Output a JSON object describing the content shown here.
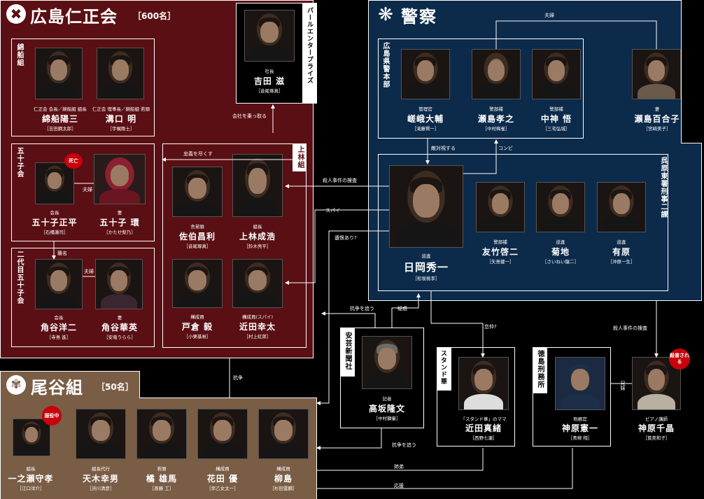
{
  "hiroshima": {
    "title": "広島仁正会",
    "count": "［600名］",
    "watafune": {
      "label": "綿船組",
      "p1": {
        "role": "仁正会 会長／綿船組 組長",
        "name": "綿船陽三",
        "actor": "［吉田鋼太郎］"
      },
      "p2": {
        "role": "仁正会 理事長／綿船組 若頭",
        "name": "溝口 明",
        "actor": "［宇梶剛士］"
      }
    },
    "isoka": {
      "label": "五十子会",
      "p1": {
        "role": "会長",
        "name": "五十子正平",
        "actor": "［石橋蓮司］",
        "badge": "死亡"
      },
      "p2": {
        "role": "妻",
        "name": "五十子 環",
        "actor": "［かたせ梨乃］"
      },
      "couple": "夫婦"
    },
    "nidaime": {
      "label": "二代目五十子会",
      "p1": {
        "role": "会長",
        "name": "角谷洋二",
        "actor": "［寺島 進］"
      },
      "p2": {
        "role": "妻",
        "name": "角谷華英",
        "actor": "［安竜うらら］"
      },
      "couple": "夫婦",
      "succession": "襲名"
    },
    "kamibayashi": {
      "label": "上林組",
      "p1": {
        "role": "舎弟頭",
        "name": "佐伯昌利",
        "actor": "［音尾琢真］"
      },
      "p2": {
        "role": "組長",
        "name": "上林成浩",
        "actor": "［鈴木亮平］"
      },
      "p3": {
        "role": "構成員",
        "name": "戸倉 毅",
        "actor": "［小栗基裕］"
      },
      "p4": {
        "role": "構成員(スパイ)",
        "name": "近田幸太",
        "actor": "［村上虹郎］"
      }
    }
  },
  "pearl": {
    "label": "パールエンタープライズ",
    "p1": {
      "role": "社長",
      "name": "吉田 滋",
      "actor": "［音尾琢真］"
    }
  },
  "keisatsu": {
    "title": "警察",
    "honbu": {
      "label": "広島県警本部",
      "p1": {
        "role": "管理官",
        "name": "嵯峨大輔",
        "actor": "［滝藤賢一］"
      },
      "p2": {
        "role": "警部補",
        "name": "瀬島孝之",
        "actor": "［中村梅雀］"
      },
      "p3": {
        "role": "警部補",
        "name": "中神 悟",
        "actor": "［三宅弘城］"
      }
    },
    "wife": {
      "role": "妻",
      "name": "瀬島百合子",
      "actor": "［宮崎美子］"
    },
    "kure": {
      "label": "呉原東署刑事二課",
      "main": {
        "role": "巡査",
        "name": "日岡秀一",
        "actor": "［松坂桃李］"
      },
      "p2": {
        "role": "警部補",
        "name": "友竹啓二",
        "actor": "［矢島健一］"
      },
      "p3": {
        "role": "巡査",
        "name": "菊地",
        "actor": "［さいねい龍二］"
      },
      "p4": {
        "role": "巡査",
        "name": "有原",
        "actor": "［沖原一生］"
      }
    }
  },
  "oya": {
    "title": "尾谷組",
    "count": "［50名］",
    "p1": {
      "role": "組長",
      "name": "一之瀬守孝",
      "actor": "［江口洋介］",
      "badge": "服役中"
    },
    "p2": {
      "role": "組長代行",
      "name": "天木幸男",
      "actor": "［渋川清彦］"
    },
    "p3": {
      "role": "若頭",
      "name": "橘 雄馬",
      "actor": "［斎藤 工］"
    },
    "p4": {
      "role": "構成員",
      "name": "花田 優",
      "actor": "［早乙女太一］"
    },
    "p5": {
      "role": "構成員",
      "name": "柳島",
      "actor": "［杉田雷麟］"
    }
  },
  "ange": {
    "label": "安芸新聞社",
    "p1": {
      "role": "記者",
      "name": "高坂隆文",
      "actor": "［中村獅童］"
    }
  },
  "standhana": {
    "label": "スタンド華",
    "p1": {
      "role": "「スタンド華」のママ",
      "name": "近田真緒",
      "actor": "［西野七瀬］"
    }
  },
  "tokushima": {
    "label": "徳島刑務所",
    "p1": {
      "role": "刑務官",
      "name": "神原憲一",
      "actor": "［青柳 翔］"
    }
  },
  "piano": {
    "role": "ピアノ講師",
    "name": "神原千晶",
    "actor": "［筧美和子］",
    "badge": "殺害される"
  },
  "relations": {
    "fuufu": "夫婦",
    "chuugi": "忠義を尽くす",
    "kaisha": "会社を乗っ取る",
    "tekitai": "敵対視する",
    "konbi": "コンビ",
    "satsujin1": "殺人事件の捜査",
    "spy": "スパイ",
    "iden": "遺恨あり?",
    "kousou1": "抗争を追う",
    "giwaku": "疑惑",
    "renai": "恋仲?",
    "satsujin2": "殺人事件の捜査",
    "kyoudai": "兄妹",
    "kousou2": "抗争",
    "kousou3": "抗争を追う",
    "shimai": "姉弟",
    "ouen": "応援"
  }
}
